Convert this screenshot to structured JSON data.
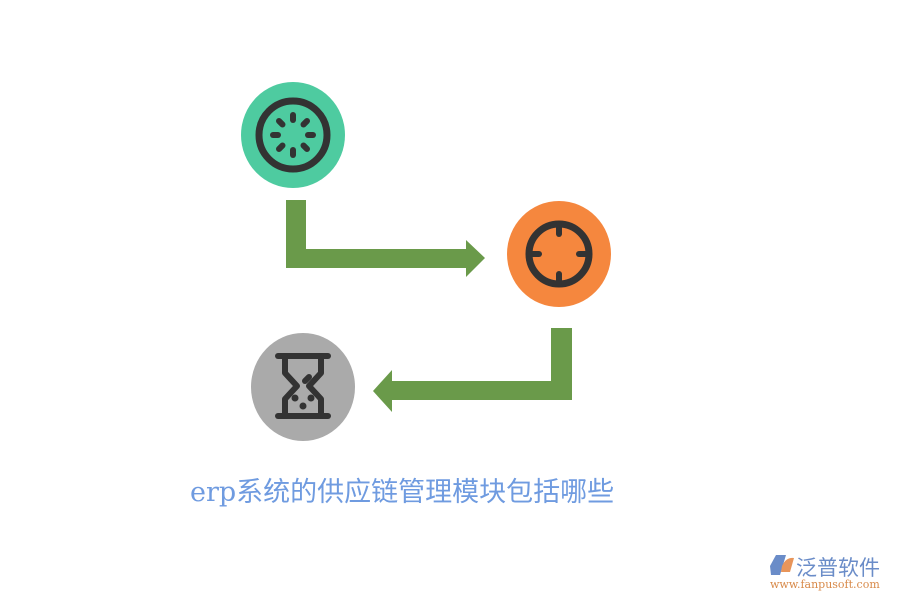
{
  "diagram": {
    "title": "erp系统的供应链管理模块包括哪些",
    "nodes": [
      {
        "id": "node-1",
        "icon": "loading-spinner-icon",
        "color": "#4ecba0"
      },
      {
        "id": "node-2",
        "icon": "crosshair-icon",
        "color": "#f5873e"
      },
      {
        "id": "node-3",
        "icon": "hourglass-icon",
        "color": "#aaaaaa"
      }
    ],
    "edges": [
      {
        "from": "node-1",
        "to": "node-2",
        "color": "#6a9a4a"
      },
      {
        "from": "node-2",
        "to": "node-3",
        "color": "#6a9a4a"
      }
    ],
    "icon_stroke_color": "#333333"
  },
  "logo": {
    "name": "泛普软件",
    "url": "www.fanpusoft.com"
  }
}
